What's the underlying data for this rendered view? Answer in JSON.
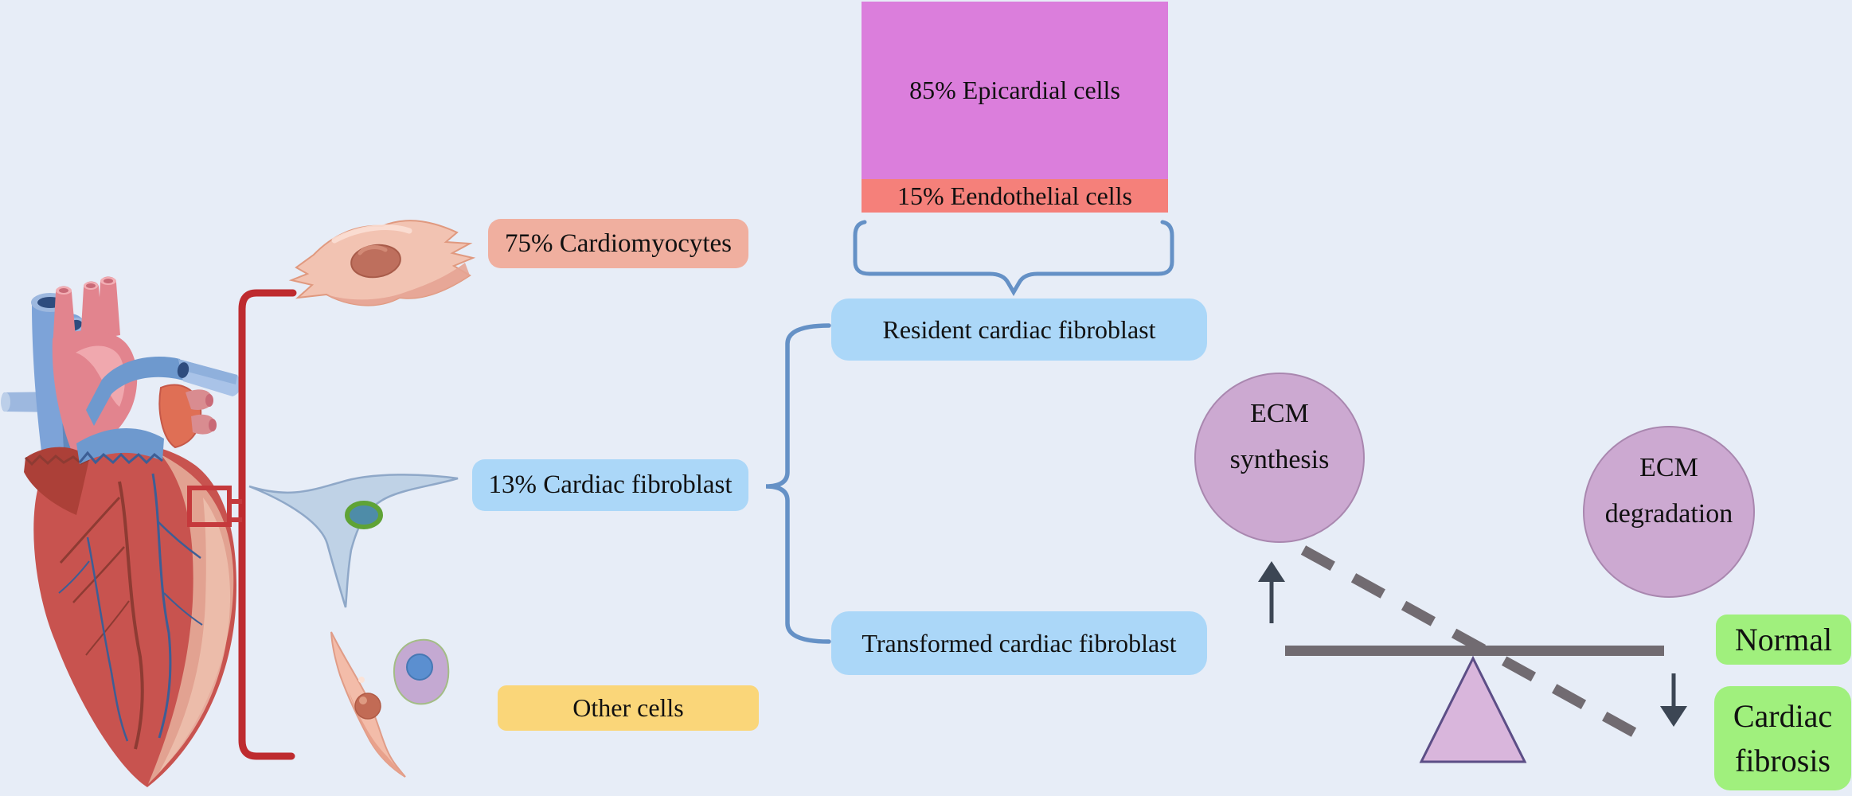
{
  "background_color": "#E7EDF7",
  "composition_bar": {
    "segments": [
      {
        "label": "85% Epicardial cells",
        "percent": 85,
        "color": "#DB7EDC"
      },
      {
        "label": "15% Eendothelial cells",
        "percent": 15,
        "color": "#F5807A"
      }
    ]
  },
  "cell_labels": {
    "cardiomyocytes": "75% Cardiomyocytes",
    "cardiac_fibroblast": "13% Cardiac fibroblast",
    "other_cells": "Other cells"
  },
  "fibroblast_boxes": {
    "resident": "Resident cardiac fibroblast",
    "transformed": "Transformed cardiac fibroblast"
  },
  "ecm_circles": {
    "synthesis": {
      "line1": "ECM",
      "line2": "synthesis"
    },
    "degradation": {
      "line1": "ECM",
      "line2": "degradation"
    }
  },
  "outcomes": {
    "normal": "Normal",
    "fibrosis_line1": "Cardiac",
    "fibrosis_line2": "fibrosis"
  },
  "icons": {
    "heart": "anatomical-heart-illustration",
    "cardiomyocyte": "cardiomyocyte-cell",
    "fibroblast": "stellate-fibroblast-cell",
    "spindle_cell": "spindle-shaped-cell",
    "round_cell": "round-immune-cell",
    "balance": "tilted-seesaw-balance"
  },
  "colors": {
    "epicardial_segment": "#DB7EDC",
    "endothelial_segment": "#F5807A",
    "cardiomyocytes_box": "#F0AF9F",
    "fibroblast_box_blue": "#ABD7F8",
    "other_cells_box": "#FAD679",
    "outcome_green": "#A0F07D",
    "ecm_circle_purple": "#CCA9D1",
    "brace_blue": "#6591C6",
    "bracket_red": "#BE2B2F",
    "balance_gray": "#716B71",
    "arrow_dark": "#3C4654",
    "fulcrum_fill": "#D9B6DC",
    "fulcrum_stroke": "#5C4E86"
  }
}
